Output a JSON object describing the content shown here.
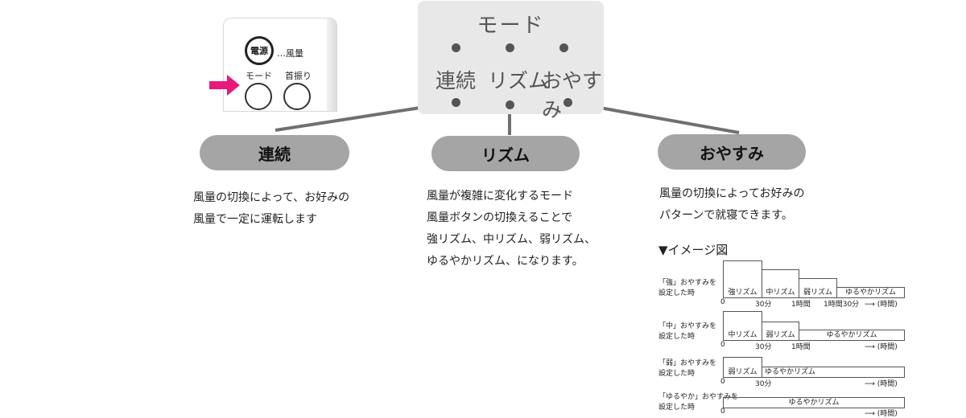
{
  "remote": {
    "power_label": "電源",
    "power_desc": "…風量",
    "mode_label": "モード",
    "swing_label": "首振り"
  },
  "panel": {
    "title": "モード",
    "modes": [
      "連続",
      "リズム",
      "おやすみ"
    ]
  },
  "cards": [
    {
      "title": "連続",
      "desc_lines": [
        "風量の切換によって、お好みの",
        "風量で一定に運転します"
      ]
    },
    {
      "title": "リズム",
      "desc_lines": [
        "風量が複雑に変化するモード",
        "風量ボタンの切換えることで",
        "強リズム、中リズム、弱リズム、",
        "ゆるやかリズム、になります。"
      ]
    },
    {
      "title": "おやすみ",
      "desc_lines": [
        "風量の切換によってお好みの",
        "パターンで就寝できます。"
      ]
    }
  ],
  "image": {
    "title": "▼イメージ図",
    "unit": "(時間)",
    "charts": [
      {
        "label_lines": [
          "「強」おやすみを",
          "設定した時"
        ],
        "segments": [
          "強リズム",
          "中リズム",
          "弱リズム",
          "ゆるやかリズム"
        ],
        "ticks": [
          "0",
          "30分",
          "1時間",
          "1時間30分"
        ]
      },
      {
        "label_lines": [
          "「中」おやすみを",
          "設定した時"
        ],
        "segments": [
          "中リズム",
          "弱リズム",
          "ゆるやかリズム"
        ],
        "ticks": [
          "0",
          "30分",
          "1時間"
        ]
      },
      {
        "label_lines": [
          "「弱」おやすみを",
          "設定した時"
        ],
        "segments": [
          "弱リズム",
          "ゆるやかリズム"
        ],
        "ticks": [
          "0",
          "30分"
        ]
      },
      {
        "label_lines": [
          "「ゆるやか」おやすみを",
          "設定した時"
        ],
        "segments": [
          "ゆるやかリズム"
        ],
        "ticks": [
          "0"
        ]
      }
    ]
  },
  "colors": {
    "accent": "#e8197a",
    "pill": "#a5a5a5",
    "panel": "#e8e8e8",
    "line": "#707070"
  }
}
